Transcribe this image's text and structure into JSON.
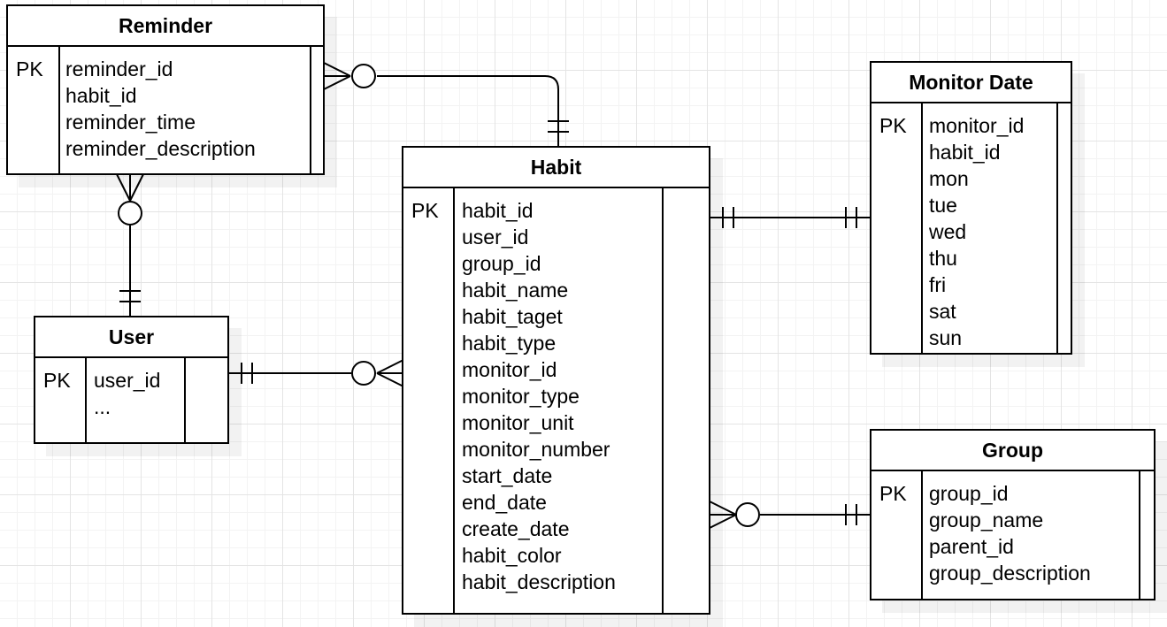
{
  "diagram": {
    "entities": {
      "reminder": {
        "title": "Reminder",
        "pk_label": "PK",
        "attributes": [
          "reminder_id",
          "habit_id",
          "reminder_time",
          "reminder_description"
        ]
      },
      "user": {
        "title": "User",
        "pk_label": "PK",
        "attributes": [
          "user_id",
          "..."
        ]
      },
      "habit": {
        "title": "Habit",
        "pk_label": "PK",
        "attributes": [
          "habit_id",
          "user_id",
          "group_id",
          "habit_name",
          "habit_taget",
          "habit_type",
          "monitor_id",
          "monitor_type",
          "monitor_unit",
          "monitor_number",
          "start_date",
          "end_date",
          "create_date",
          "habit_color",
          "habit_description"
        ]
      },
      "monitor_date": {
        "title": "Monitor Date",
        "pk_label": "PK",
        "attributes": [
          "monitor_id",
          "habit_id",
          "mon",
          "tue",
          "wed",
          "thu",
          "fri",
          "sat",
          "sun"
        ]
      },
      "group": {
        "title": "Group",
        "pk_label": "PK",
        "attributes": [
          "group_id",
          "group_name",
          "parent_id",
          "group_description"
        ]
      }
    },
    "relationships": [
      {
        "from": "Habit",
        "to": "Reminder",
        "from_cardinality": "exactly-one",
        "to_cardinality": "zero-or-many"
      },
      {
        "from": "User",
        "to": "Reminder",
        "from_cardinality": "exactly-one",
        "to_cardinality": "zero-or-many"
      },
      {
        "from": "User",
        "to": "Habit",
        "from_cardinality": "exactly-one",
        "to_cardinality": "zero-or-many"
      },
      {
        "from": "Habit",
        "to": "Monitor Date",
        "from_cardinality": "exactly-one",
        "to_cardinality": "exactly-one"
      },
      {
        "from": "Group",
        "to": "Habit",
        "from_cardinality": "exactly-one",
        "to_cardinality": "zero-or-many"
      }
    ]
  }
}
